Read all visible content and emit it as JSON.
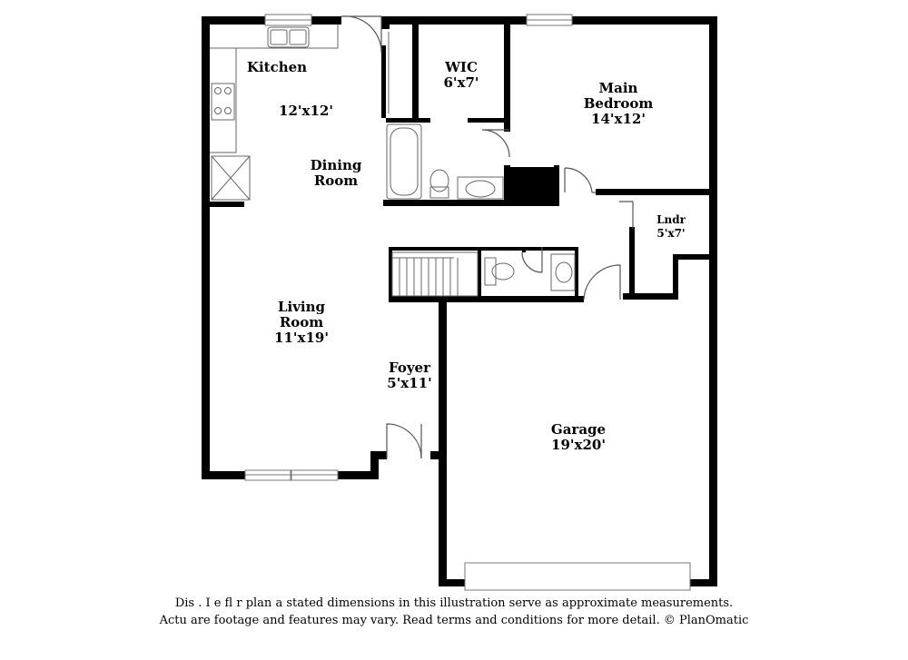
{
  "rooms": {
    "kitchen": {
      "name": "Kitchen",
      "size": "12'x12'"
    },
    "dining": {
      "name_line1": "Dining",
      "name_line2": "Room"
    },
    "wic": {
      "name": "WIC",
      "size": "6'x7'"
    },
    "main_bedroom": {
      "name_line1": "Main",
      "name_line2": "Bedroom",
      "size": "14'x12'"
    },
    "laundry": {
      "name": "Lndr",
      "size": "5'x7'"
    },
    "living": {
      "name_line1": "Living",
      "name_line2": "Room",
      "size": "11'x19'"
    },
    "foyer": {
      "name": "Foyer",
      "size": "5'x11'"
    },
    "garage": {
      "name": "Garage",
      "size": "19'x20'"
    }
  },
  "disclaimer": {
    "line1": "Dis   . I e fl  r plan a  stated dimensions in this illustration serve as approximate measurements.",
    "line2": "Actu    are footage and features may vary. Read terms and conditions for more detail. © PlanOmatic"
  },
  "colors": {
    "wall": "#000000",
    "fixture": "#555555",
    "background": "#ffffff"
  }
}
